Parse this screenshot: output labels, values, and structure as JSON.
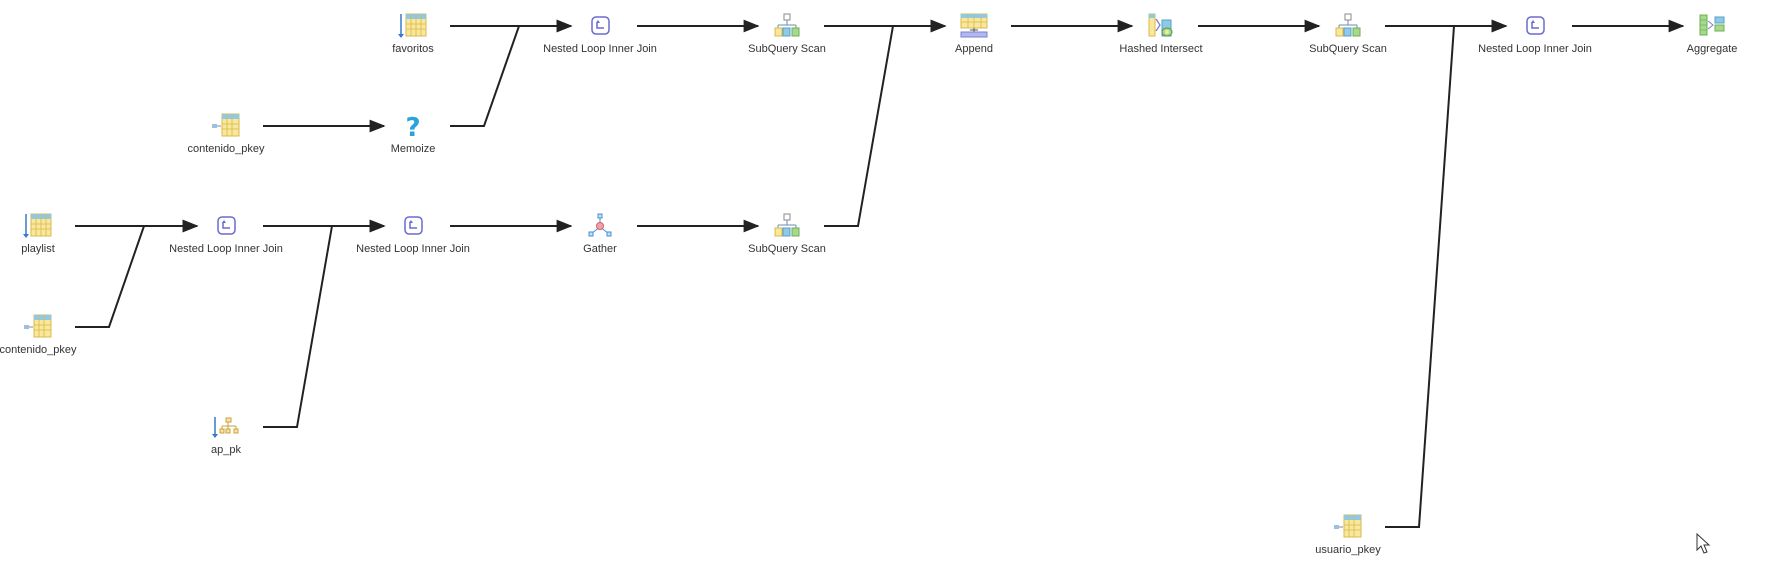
{
  "nodes": {
    "favoritos": {
      "label": "favoritos",
      "icon": "seq-scan-icon"
    },
    "contenido_pkey_1": {
      "label": "contenido_pkey",
      "icon": "index-scan-icon"
    },
    "memoize": {
      "label": "Memoize",
      "icon": "memoize-icon"
    },
    "playlist": {
      "label": "playlist",
      "icon": "seq-scan-icon"
    },
    "contenido_pkey_2": {
      "label": "contenido_pkey",
      "icon": "index-scan-icon"
    },
    "ap_pk": {
      "label": "ap_pk",
      "icon": "bitmap-index-scan-icon"
    },
    "nlj_1": {
      "label": "Nested Loop Inner Join",
      "icon": "nested-loop-icon"
    },
    "nlj_2": {
      "label": "Nested Loop Inner Join",
      "icon": "nested-loop-icon"
    },
    "nlj_3": {
      "label": "Nested Loop Inner Join",
      "icon": "nested-loop-icon"
    },
    "gather": {
      "label": "Gather",
      "icon": "gather-icon"
    },
    "subquery_1": {
      "label": "SubQuery Scan",
      "icon": "subquery-scan-icon"
    },
    "subquery_2": {
      "label": "SubQuery Scan",
      "icon": "subquery-scan-icon"
    },
    "append": {
      "label": "Append",
      "icon": "append-icon"
    },
    "hashed_intersect": {
      "label": "Hashed Intersect",
      "icon": "hashed-intersect-icon"
    },
    "subquery_3": {
      "label": "SubQuery Scan",
      "icon": "subquery-scan-icon"
    },
    "usuario_pkey": {
      "label": "usuario_pkey",
      "icon": "index-scan-icon"
    },
    "nlj_4": {
      "label": "Nested Loop Inner Join",
      "icon": "nested-loop-icon"
    },
    "aggregate": {
      "label": "Aggregate",
      "icon": "aggregate-icon"
    }
  },
  "edges": [
    [
      "favoritos",
      "nlj_3"
    ],
    [
      "memoize",
      "nlj_3"
    ],
    [
      "contenido_pkey_1",
      "memoize"
    ],
    [
      "playlist",
      "nlj_1"
    ],
    [
      "contenido_pkey_2",
      "nlj_1"
    ],
    [
      "nlj_1",
      "nlj_2"
    ],
    [
      "ap_pk",
      "nlj_2"
    ],
    [
      "nlj_2",
      "gather"
    ],
    [
      "gather",
      "subquery_2"
    ],
    [
      "nlj_3",
      "subquery_1"
    ],
    [
      "subquery_1",
      "append"
    ],
    [
      "subquery_2",
      "append"
    ],
    [
      "append",
      "hashed_intersect"
    ],
    [
      "hashed_intersect",
      "subquery_3"
    ],
    [
      "subquery_3",
      "nlj_4"
    ],
    [
      "usuario_pkey",
      "nlj_4"
    ],
    [
      "nlj_4",
      "aggregate"
    ]
  ]
}
